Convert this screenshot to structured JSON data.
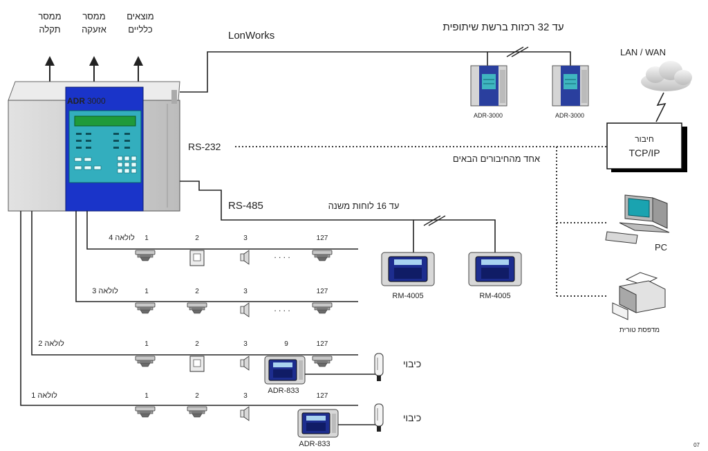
{
  "outputs": [
    {
      "line1": "ממסר",
      "line2": "תקלה"
    },
    {
      "line1": "ממסר",
      "line2": "אזעקה"
    },
    {
      "line1": "מוצאים",
      "line2": "כלליים"
    }
  ],
  "panel": {
    "brand": "ADR",
    "model": "3000"
  },
  "lonworks": {
    "label": "LonWorks",
    "networked_note": "עד 32 רכזות ברשת שיתופית",
    "unit_label": "ADR-3000"
  },
  "rs232": {
    "label": "RS-232",
    "options_note": "אחד מהחיבורים הבאים"
  },
  "rs485": {
    "label": "RS-485",
    "note": "עד 16 לוחות משנה",
    "remote_label": "RM-4005"
  },
  "network": {
    "cloud_label": "LAN / WAN",
    "tcp_line1": "חיבור",
    "tcp_line2": "TCP/IP",
    "pc_label": "PC",
    "printer_label": "מדפסת טורית"
  },
  "loops": [
    {
      "label": "לולאה 4",
      "numbers": [
        "1",
        "2",
        "3",
        "127"
      ],
      "dots": ". . . ."
    },
    {
      "label": "לולאה 3",
      "numbers": [
        "1",
        "2",
        "3",
        "127"
      ],
      "dots": ". . . ."
    },
    {
      "label": "לולאה 2",
      "numbers": [
        "1",
        "2",
        "3",
        "9",
        "127"
      ],
      "module_label": "ADR-833",
      "extinguish_label": "כיבוי"
    },
    {
      "label": "לולאה 1",
      "numbers": [
        "1",
        "2",
        "3",
        "127"
      ],
      "module_label": "ADR-833",
      "extinguish_label": "כיבוי"
    }
  ],
  "page_number": "07"
}
